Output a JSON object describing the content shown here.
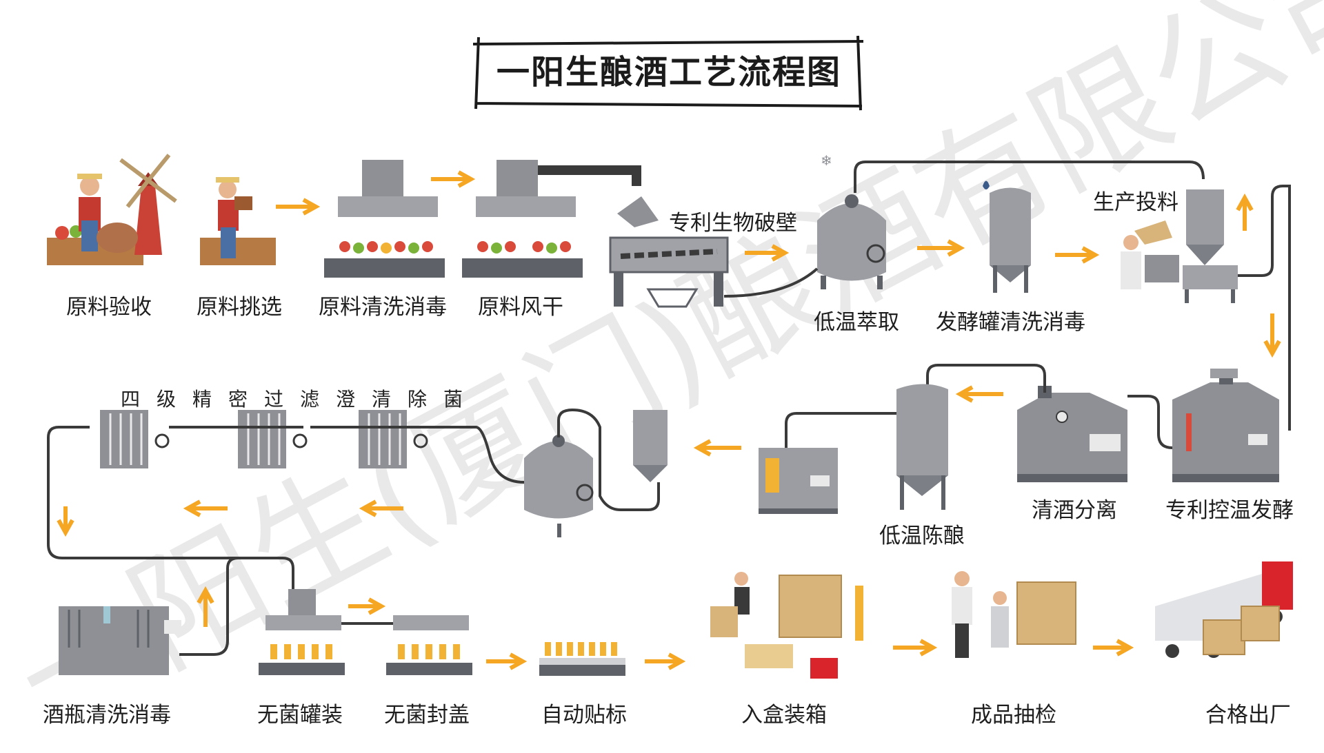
{
  "title": "一阳生酿酒工艺流程图",
  "watermark": "一阳生(厦门)酿酒有限公司",
  "steps": {
    "raw_accept": "原料验收",
    "raw_select": "原料挑选",
    "raw_wash": "原料清洗消毒",
    "raw_dry": "原料风干",
    "bio_break": "专利生物破壁",
    "low_temp_extract": "低温萃取",
    "tank_wash": "发酵罐清洗消毒",
    "feed": "生产投料",
    "temp_ferment": "专利控温发酵",
    "clear_separate": "清酒分离",
    "low_temp_age": "低温陈酿",
    "filter": "四级精密过滤澄清除菌",
    "bottle_wash": "酒瓶清洗消毒",
    "sterile_fill": "无菌罐装",
    "sterile_cap": "无菌封盖",
    "auto_label": "自动贴标",
    "boxing": "入盒装箱",
    "inspect": "成品抽检",
    "ship": "合格出厂"
  },
  "colors": {
    "machine": "#8e9096",
    "machine_dark": "#5f6168",
    "arrow": "#f5a623",
    "pipe": "#3a3a3a",
    "box": "#d8b47a",
    "bottle": "#f2b233",
    "truck_red": "#d8242a"
  }
}
